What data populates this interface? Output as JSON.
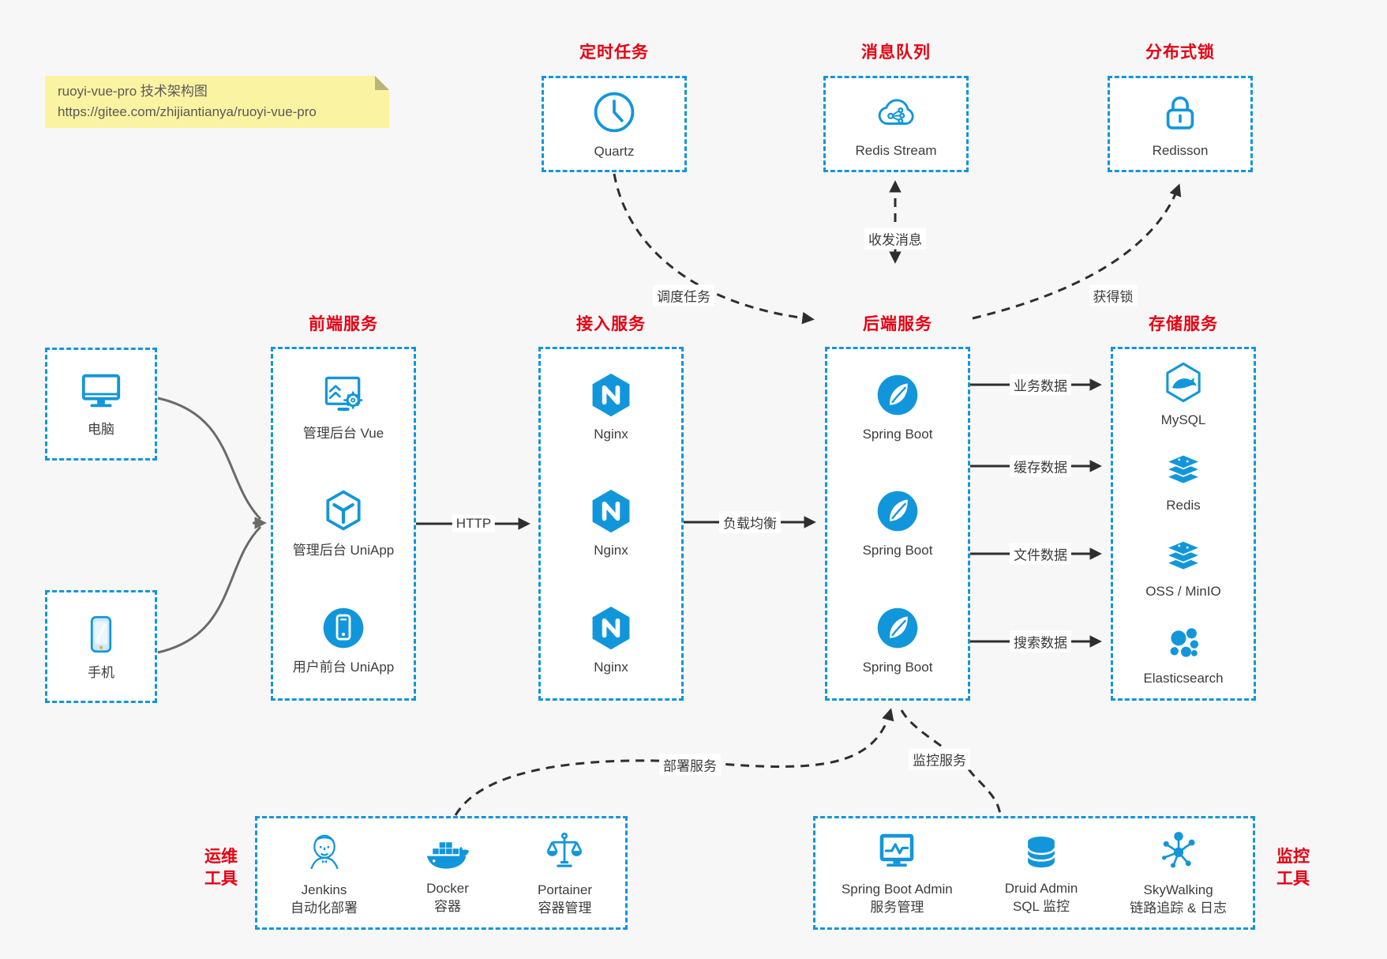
{
  "colors": {
    "accent_blue": "#1296db",
    "title_red": "#e60012",
    "connector_dark": "#2e2e2e",
    "connector_gray": "#6a6a6a",
    "note_yellow": "#faf3a1",
    "background": "#f7f7f7"
  },
  "note": {
    "line1": "ruoyi-vue-pro 技术架构图",
    "line2": "https://gitee.com/zhijiantianya/ruoyi-vue-pro"
  },
  "top_services": [
    {
      "title": "定时任务",
      "item": {
        "icon": "clock-icon",
        "label": "Quartz"
      }
    },
    {
      "title": "消息队列",
      "item": {
        "icon": "cloud-stream-icon",
        "label": "Redis Stream"
      }
    },
    {
      "title": "分布式锁",
      "item": {
        "icon": "lock-icon",
        "label": "Redisson"
      }
    }
  ],
  "clients": [
    {
      "icon": "desktop-icon",
      "label": "电脑"
    },
    {
      "icon": "phone-icon",
      "label": "手机"
    }
  ],
  "columns": [
    {
      "title": "前端服务",
      "items": [
        {
          "icon": "admin-vue-icon",
          "label": "管理后台 Vue"
        },
        {
          "icon": "uniapp-cube-icon",
          "label": "管理后台 UniApp"
        },
        {
          "icon": "user-app-icon",
          "label": "用户前台 UniApp"
        }
      ]
    },
    {
      "title": "接入服务",
      "items": [
        {
          "icon": "nginx-icon",
          "label": "Nginx"
        },
        {
          "icon": "nginx-icon",
          "label": "Nginx"
        },
        {
          "icon": "nginx-icon",
          "label": "Nginx"
        }
      ]
    },
    {
      "title": "后端服务",
      "items": [
        {
          "icon": "spring-boot-icon",
          "label": "Spring Boot"
        },
        {
          "icon": "spring-boot-icon",
          "label": "Spring Boot"
        },
        {
          "icon": "spring-boot-icon",
          "label": "Spring Boot"
        }
      ]
    },
    {
      "title": "存储服务",
      "items": [
        {
          "icon": "mysql-icon",
          "label": "MySQL"
        },
        {
          "icon": "redis-stack-icon",
          "label": "Redis"
        },
        {
          "icon": "storage-stack-icon",
          "label": "OSS / MinIO"
        },
        {
          "icon": "elasticsearch-icon",
          "label": "Elasticsearch"
        }
      ]
    }
  ],
  "bottom_services": [
    {
      "title_line1": "运维",
      "title_line2": "工具",
      "items": [
        {
          "icon": "jenkins-icon",
          "label": "Jenkins",
          "sublabel": "自动化部署"
        },
        {
          "icon": "docker-icon",
          "label": "Docker",
          "sublabel": "容器"
        },
        {
          "icon": "portainer-icon",
          "label": "Portainer",
          "sublabel": "容器管理"
        }
      ]
    },
    {
      "title_line1": "监控",
      "title_line2": "工具",
      "items": [
        {
          "icon": "spring-boot-admin-icon",
          "label": "Spring Boot Admin",
          "sublabel": "服务管理"
        },
        {
          "icon": "druid-icon",
          "label": "Druid Admin",
          "sublabel": "SQL 监控"
        },
        {
          "icon": "skywalking-icon",
          "label": "SkyWalking",
          "sublabel": "链路追踪 & 日志"
        }
      ]
    }
  ],
  "connectors": {
    "http": "HTTP",
    "load_balance": "负载均衡",
    "schedule": "调度任务",
    "message": "收发消息",
    "acquire_lock": "获得锁",
    "business_data": "业务数据",
    "cache_data": "缓存数据",
    "file_data": "文件数据",
    "search_data": "搜索数据",
    "deploy": "部署服务",
    "monitor": "监控服务"
  }
}
